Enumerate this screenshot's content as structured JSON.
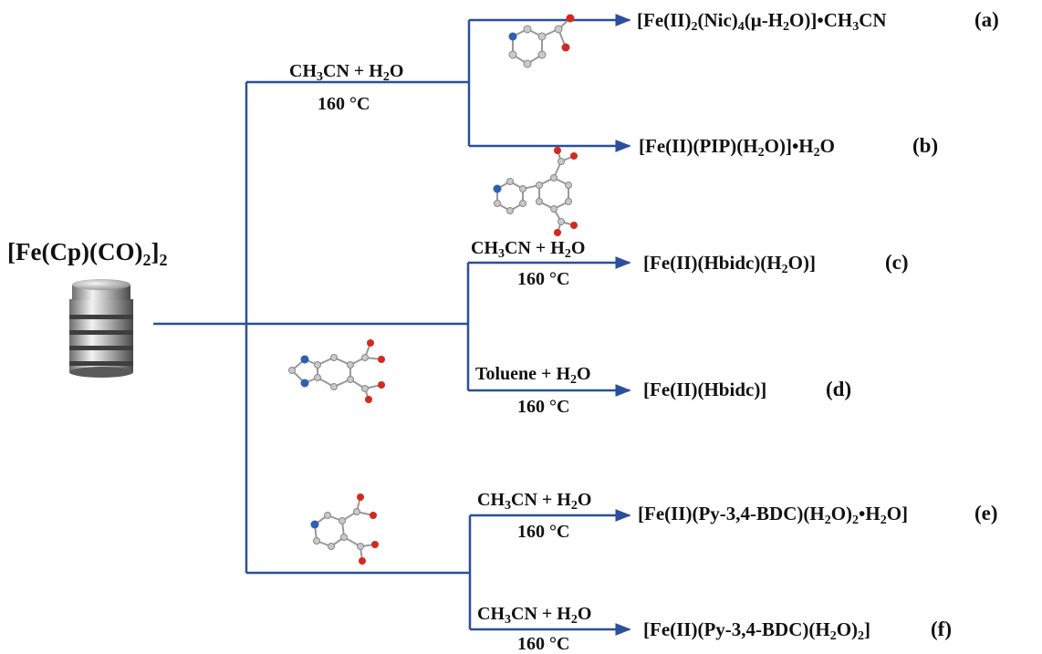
{
  "reactant": {
    "formula_parts": [
      "[Fe(Cp)(CO)",
      "2",
      "]",
      "2"
    ],
    "container_icon": "metal-vial-icon"
  },
  "ligands": {
    "nic": "nicotinic-acid-molecule-icon",
    "pip": "pyridyl-isophthalic-acid-molecule-icon",
    "bidc": "benzimidazole-dicarboxylic-acid-molecule-icon",
    "py34bdc": "pyridine-3,4-dicarboxylic-acid-molecule-icon"
  },
  "conditions": {
    "ab": {
      "solvent": [
        "CH",
        "3",
        "CN + H",
        "2",
        "O"
      ],
      "temp": "160 °C"
    },
    "c": {
      "solvent": [
        "CH",
        "3",
        "CN + H",
        "2",
        "O"
      ],
      "temp": "160 °C"
    },
    "d": {
      "solvent": [
        "Toluene + H",
        "2",
        "O"
      ],
      "temp": "160 °C"
    },
    "e": {
      "solvent": [
        "CH",
        "3",
        "CN + H",
        "2",
        "O"
      ],
      "temp": "160 °C"
    },
    "f": {
      "solvent": [
        "CH",
        "3",
        "CN + H",
        "2",
        "O"
      ],
      "temp": "160 °C"
    }
  },
  "products": [
    {
      "id": "a",
      "parts": [
        "[Fe(II)",
        "2",
        "(Nic)",
        "4",
        "(μ-H",
        "2",
        "O)]•CH",
        "3",
        "CN"
      ],
      "tag": "(a)"
    },
    {
      "id": "b",
      "parts": [
        "[Fe(II)(PIP)(H",
        "2",
        "O)]•H",
        "2",
        "O"
      ],
      "tag": "(b)"
    },
    {
      "id": "c",
      "parts": [
        "[Fe(II)(Hbidc)(H",
        "2",
        "O)]"
      ],
      "tag": "(c)"
    },
    {
      "id": "d",
      "parts": [
        "[Fe(II)(Hbidc)]"
      ],
      "tag": "(d)"
    },
    {
      "id": "e",
      "parts": [
        "[Fe(II)(Py-3,4-BDC)(H",
        "2",
        "O)",
        "2",
        "•H",
        "2",
        "O]"
      ],
      "tag": "(e)"
    },
    {
      "id": "f",
      "parts": [
        "[Fe(II)(Py-3,4-BDC)(H",
        "2",
        "O)",
        "2",
        "]"
      ],
      "tag": "(f)"
    }
  ],
  "colors": {
    "line": "#2a4f9c",
    "oxygen": "#d42a1e",
    "nitrogen": "#2f5fb0",
    "carbon": "#c9c9c9"
  }
}
